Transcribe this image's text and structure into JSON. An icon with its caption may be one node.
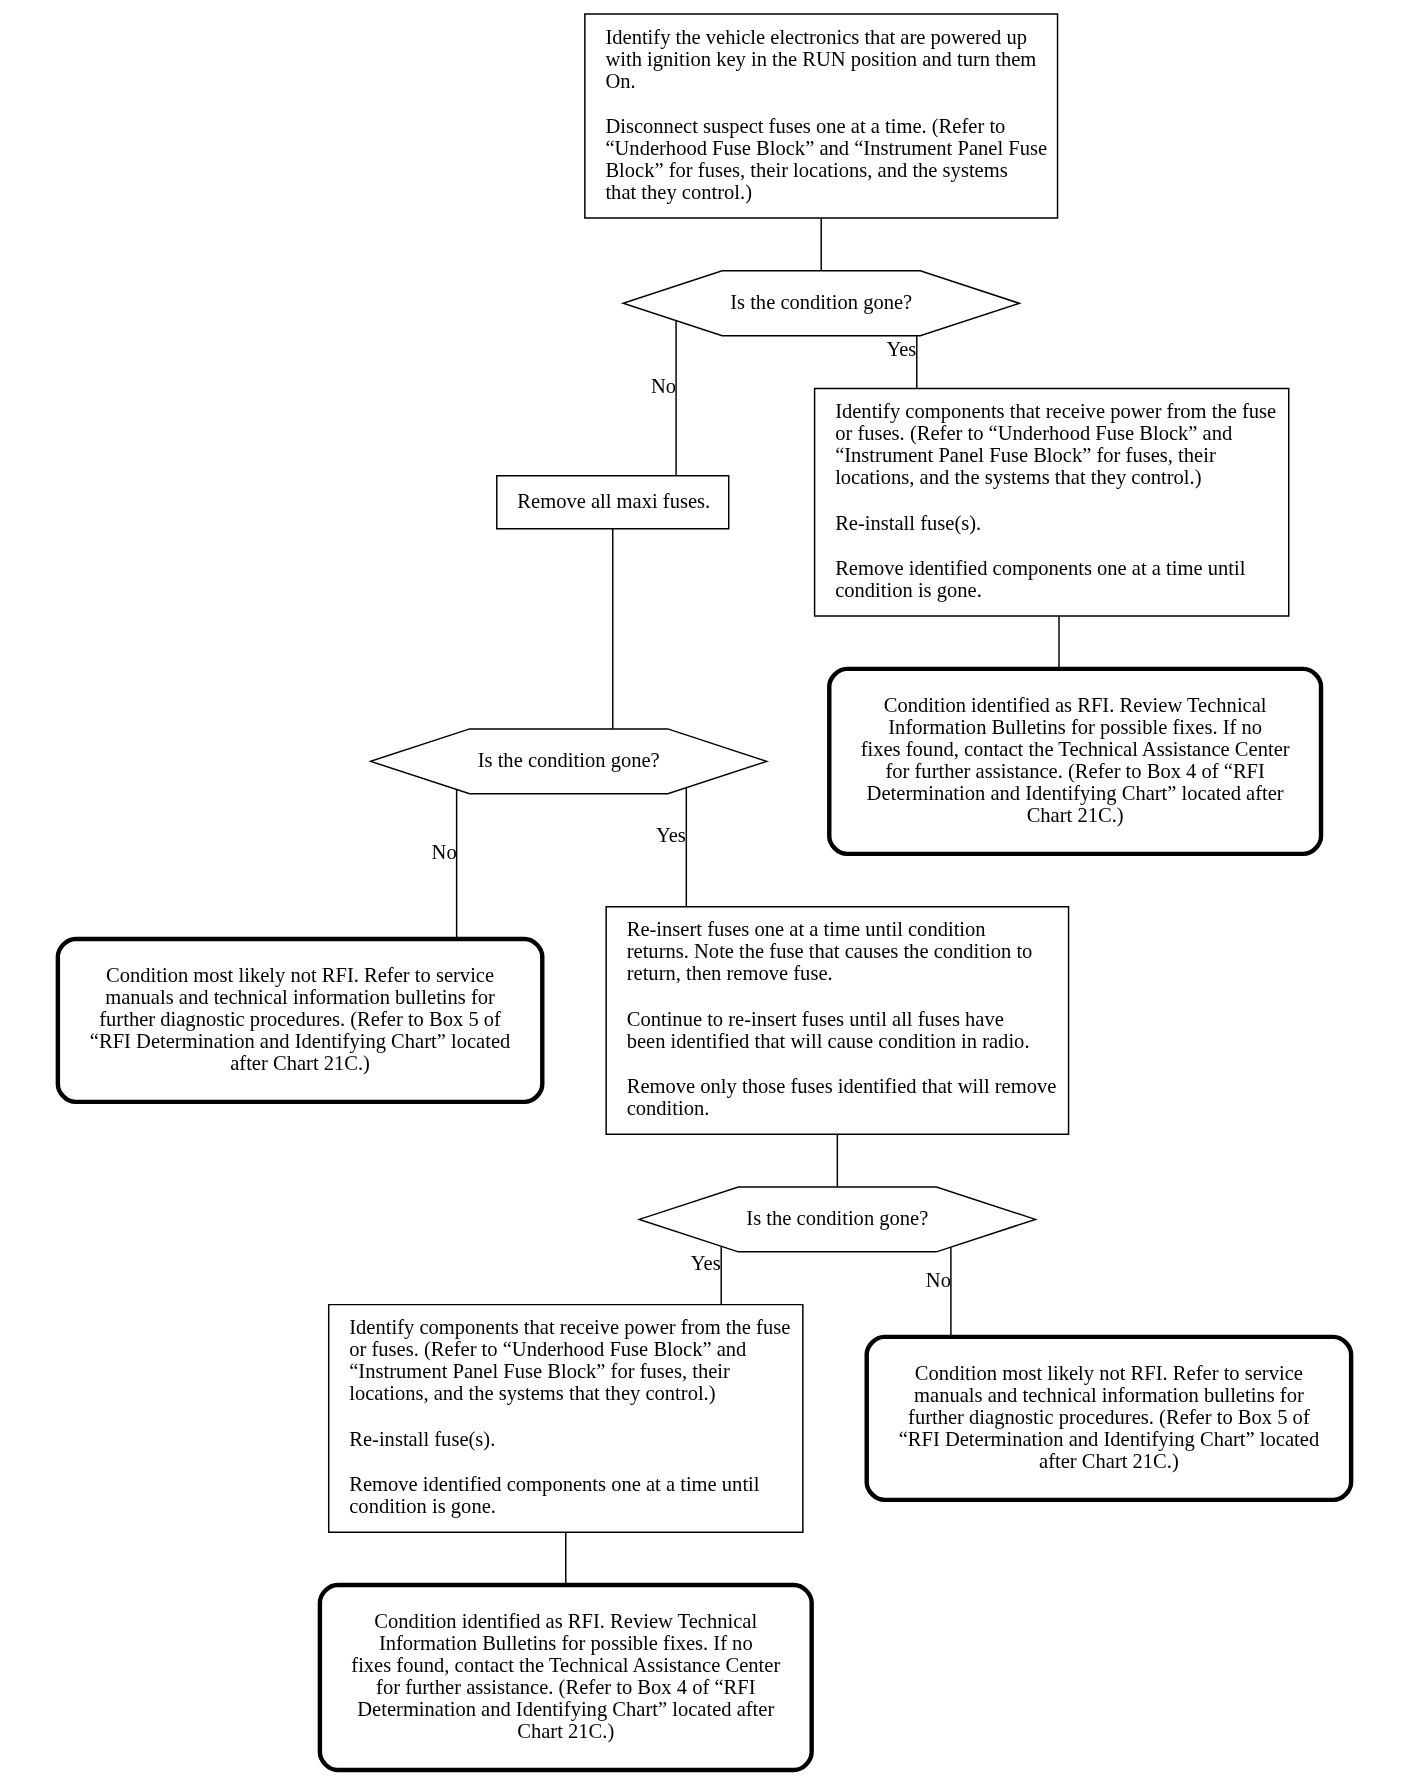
{
  "diagram": {
    "nodes": [
      {
        "text": [
          "Identify the vehicle electronics that are powered up with ignition key in the RUN position and turn them On.",
          "Disconnect suspect fuses one at a time. (Refer to “Underhood Fuse Block” and “Instrument Panel Fuse Block” for fuses, their locations, and the systems that they control.)"
        ]
      },
      {
        "text": [
          "Is the condition gone?"
        ]
      },
      {
        "text": [
          "Remove all maxi fuses."
        ]
      },
      {
        "text": [
          "Is the condition gone?"
        ]
      },
      {
        "text": [
          "Identify components that receive power from the fuse or fuses. (Refer to “Underhood Fuse Block” and “Instrument Panel Fuse Block” for fuses, their locations, and the systems that they control.)",
          "Re-install fuse(s).",
          "Remove identified components one at a time until condition is gone."
        ]
      },
      {
        "text": [
          "Condition most likely not RFI. Refer to service manuals and technical information bulletins for further diagnostic procedures. (Refer to Box 5 of “RFI Determination and Identifying Chart” located after Chart 21C.)"
        ]
      },
      {
        "text": [
          "Condition identified as RFI. Review Technical Information Bulletins for possible fixes. If no fixes found, contact the Technical Assistance Center for further assistance. (Refer to Box 4 of “RFI Determination and Identifying Chart” located after Chart 21C.)"
        ]
      },
      {
        "text": [
          "Re-insert fuses one at a time until condition returns. Note the fuse that causes the condition to return, then remove fuse.",
          "Continue to re-insert fuses until all fuses have been identified that will cause condition in radio.",
          "Remove only those fuses identified that will remove condition."
        ]
      },
      {
        "text": [
          "Is the condition gone?"
        ]
      },
      {
        "text": [
          "Identify components that receive power from the fuse or fuses. (Refer to “Underhood Fuse Block” and “Instrument Panel Fuse Block” for fuses, their locations, and the systems that they control.)",
          "Re-install fuse(s).",
          "Remove identified components one at a time until condition is gone."
        ]
      },
      {
        "text": [
          "Condition most likely not RFI. Refer to service manuals and technical information bulletins for further diagnostic procedures. (Refer to Box 5 of “RFI Determination and Identifying Chart” located after Chart 21C.)"
        ]
      },
      {
        "text": [
          "Condition identified as RFI. Review Technical Information Bulletins for possible fixes. If no fixes found, contact the Technical Assistance Center for further assistance. (Refer to Box 4 of “RFI Determination and Identifying Chart” located after Chart 21C.)"
        ]
      }
    ],
    "edges": [
      {
        "from": 0,
        "to": 1,
        "arrow": "none"
      },
      {
        "from": 1,
        "to": 2,
        "label": "No",
        "arrow": "none"
      },
      {
        "from": 1,
        "to": 4,
        "label": "Yes",
        "arrow": "none"
      },
      {
        "from": 2,
        "to": 3,
        "arrow": "none"
      },
      {
        "from": 3,
        "to": 5,
        "label": "No",
        "arrow": "none"
      },
      {
        "from": 3,
        "to": 7,
        "label": "Yes",
        "arrow": "none"
      },
      {
        "from": 4,
        "to": 6,
        "arrow": "none"
      },
      {
        "from": 7,
        "to": 8,
        "arrow": "none"
      },
      {
        "from": 8,
        "to": 10,
        "label": "No",
        "arrow": "none"
      },
      {
        "from": 8,
        "to": 9,
        "label": "Yes",
        "arrow": "none"
      },
      {
        "from": 9,
        "to": 11,
        "arrow": "none"
      }
    ]
  }
}
